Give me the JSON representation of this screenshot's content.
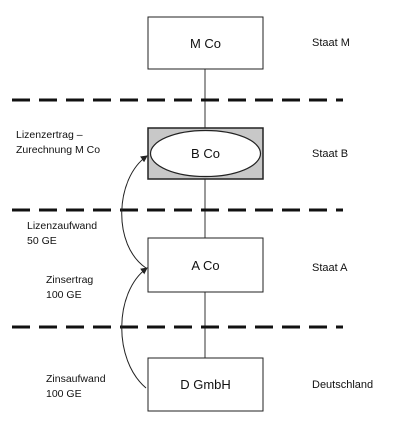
{
  "entities": {
    "m_co": {
      "label": "M Co"
    },
    "b_co": {
      "label": "B Co"
    },
    "a_co": {
      "label": "A Co"
    },
    "d_gmbh": {
      "label": "D GmbH"
    }
  },
  "states": {
    "m": "Staat M",
    "b": "Staat B",
    "a": "Staat A",
    "de": "Deutschland"
  },
  "flows": {
    "lizenzertrag": {
      "line1": "Lizenzertrag –",
      "line2": "Zurechnung M Co"
    },
    "lizenzaufwand": {
      "line1": "Lizenzaufwand",
      "line2": "50 GE"
    },
    "zinsertrag": {
      "line1": "Zinsertrag",
      "line2": "100 GE"
    },
    "zinsaufwand": {
      "line1": "Zinsaufwand",
      "line2": "100 GE"
    }
  },
  "colors": {
    "b_co_box_fill": "#c8c8c8",
    "line": "#222222"
  }
}
